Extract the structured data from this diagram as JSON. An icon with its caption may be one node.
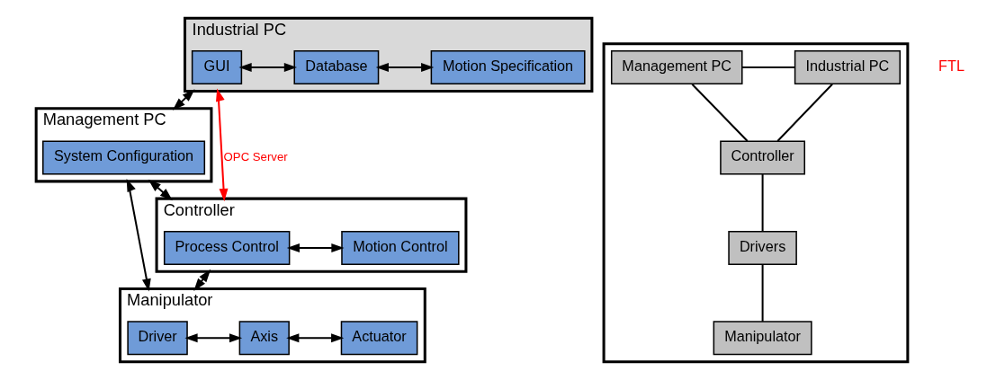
{
  "diagram": {
    "nodes": [
      {
        "text": [
          "Industrial PC"
        ]
      },
      {
        "text": [
          "GUI"
        ],
        "in": 0
      },
      {
        "text": [
          "Database"
        ],
        "in": 0
      },
      {
        "text": [
          "Motion Specification"
        ],
        "in": 0
      },
      {
        "text": [
          "Management PC"
        ]
      },
      {
        "text": [
          "System Configuration"
        ],
        "in": 4
      },
      {
        "text": [
          "Controller"
        ]
      },
      {
        "text": [
          "Process Control"
        ],
        "in": 6
      },
      {
        "text": [
          "Motion Control"
        ],
        "in": 6
      },
      {
        "text": [
          "Manipulator"
        ]
      },
      {
        "text": [
          "Driver"
        ],
        "in": 9
      },
      {
        "text": [
          "Axis"
        ],
        "in": 9
      },
      {
        "text": [
          "Actuator"
        ],
        "in": 9
      },
      {
        "text": [],
        "shape": "triangle"
      },
      {
        "text": [
          "Management PC"
        ],
        "in": 13
      },
      {
        "text": [
          "Industrial PC"
        ],
        "in": 13
      },
      {
        "text": [
          "Controller"
        ],
        "in": 13
      },
      {
        "text": [
          "Drivers"
        ],
        "in": 13
      },
      {
        "text": [
          "Manipulator"
        ],
        "in": 13
      }
    ],
    "edges": [
      {
        "from": 1,
        "to": 2,
        "arrow": "both"
      },
      {
        "from": 2,
        "to": 3,
        "arrow": "both"
      },
      {
        "from": 0,
        "to": 4,
        "arrow": "both"
      },
      {
        "from": 0,
        "to": 6,
        "arrow": "both",
        "label": "OPC Server",
        "color": "#ff0000"
      },
      {
        "from": 4,
        "to": 6,
        "arrow": "both"
      },
      {
        "from": 7,
        "to": 8,
        "arrow": "both"
      },
      {
        "from": 6,
        "to": 9,
        "arrow": "both"
      },
      {
        "from": 4,
        "to": 9,
        "arrow": "both"
      },
      {
        "from": 10,
        "to": 11,
        "arrow": "both"
      },
      {
        "from": 11,
        "to": 12,
        "arrow": "both"
      },
      {
        "from": 14,
        "to": 15,
        "arrow": "none"
      },
      {
        "from": 14,
        "to": 16,
        "arrow": "none"
      },
      {
        "from": 15,
        "to": 16,
        "arrow": "none"
      },
      {
        "from": 16,
        "to": 17,
        "arrow": "none"
      },
      {
        "from": 17,
        "to": 18,
        "arrow": "none"
      }
    ],
    "labels": [
      "FTL"
    ]
  }
}
